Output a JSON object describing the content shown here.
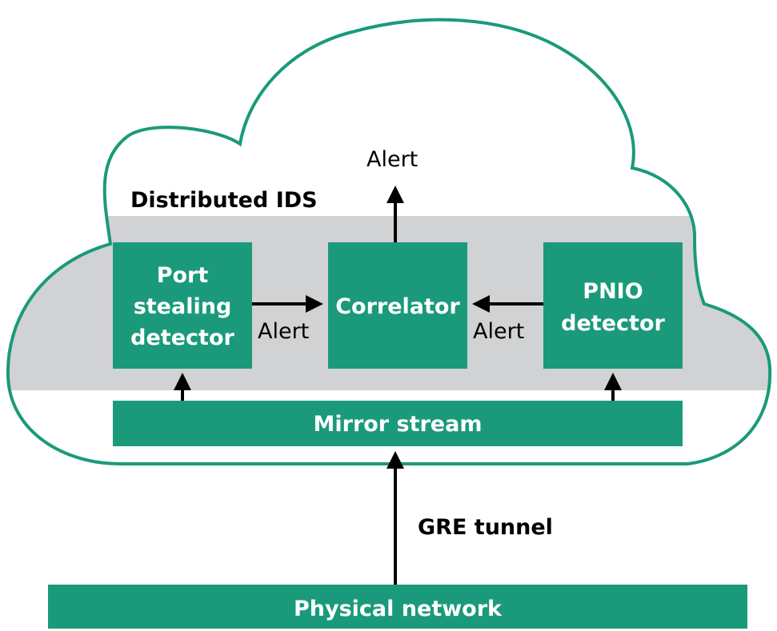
{
  "colors": {
    "green": "#1a9a7a",
    "gray_band": "#d0d2d4",
    "cloud_outline": "#1a9a7a",
    "arrow": "#000000",
    "node_text": "#ffffff"
  },
  "cloud": {
    "title": "Distributed IDS"
  },
  "nodes": {
    "port_stealing": {
      "line1": "Port",
      "line2": "stealing",
      "line3": "detector"
    },
    "correlator": {
      "label": "Correlator"
    },
    "pnio": {
      "line1": "PNIO",
      "line2": "detector"
    },
    "mirror_stream": {
      "label": "Mirror stream"
    },
    "physical_network": {
      "label": "Physical network"
    }
  },
  "edges": {
    "port_to_correlator": "Alert",
    "pnio_to_correlator": "Alert",
    "correlator_out": "Alert",
    "tunnel": "GRE tunnel"
  }
}
